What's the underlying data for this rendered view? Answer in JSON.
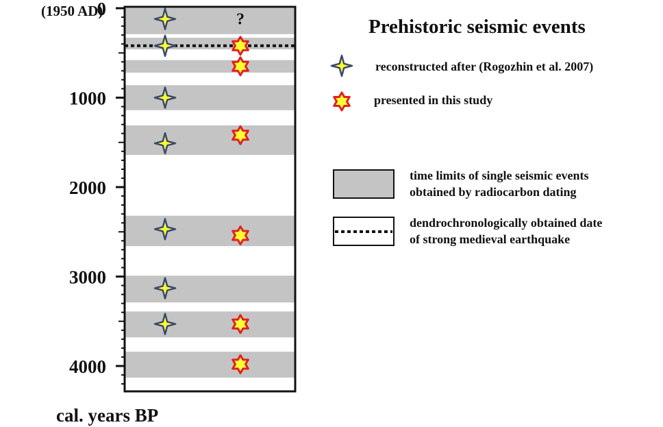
{
  "chart_data": {
    "type": "timeline",
    "title": "Prehistoric seismic events",
    "ylabel": "cal. years BP",
    "ylim": [
      0,
      4300
    ],
    "y_inverted": true,
    "origin_label": "(1950 AD)",
    "y_ticks": [
      {
        "value": 0,
        "label": "0"
      },
      {
        "value": 1000,
        "label": "1000"
      },
      {
        "value": 2000,
        "label": "2000"
      },
      {
        "value": 3000,
        "label": "3000"
      },
      {
        "value": 4000,
        "label": "4000"
      }
    ],
    "event_bands": [
      {
        "from": 0,
        "to": 290
      },
      {
        "from": 330,
        "to": 460
      },
      {
        "from": 580,
        "to": 720
      },
      {
        "from": 860,
        "to": 1140
      },
      {
        "from": 1310,
        "to": 1640
      },
      {
        "from": 2320,
        "to": 2660
      },
      {
        "from": 2990,
        "to": 3290
      },
      {
        "from": 3390,
        "to": 3680
      },
      {
        "from": 3840,
        "to": 4130
      }
    ],
    "medieval_earthquake_line": 420,
    "series": [
      {
        "name": "reconstructed after (Rogozhin et al. 2007)",
        "marker": "four-point-star",
        "values": [
          120,
          420,
          1000,
          1510,
          2470,
          3130,
          3530
        ]
      },
      {
        "name": "presented in this study",
        "marker": "six-point-star",
        "values": [
          420,
          650,
          1420,
          2540,
          3530,
          3980
        ]
      }
    ],
    "annotations": [
      {
        "text": "?",
        "series": 1,
        "value": 120
      }
    ],
    "legend": {
      "placement": "right",
      "items": [
        {
          "kind": "four-point-star",
          "label": "reconstructed after (Rogozhin et al. 2007)"
        },
        {
          "kind": "six-point-star",
          "label": "presented in this study"
        },
        {
          "kind": "gray-box",
          "label_lines": [
            "time limits of single seismic events",
            "obtained by radiocarbon dating"
          ]
        },
        {
          "kind": "dotted-box",
          "label_lines": [
            "dendrochronologically obtained date",
            "of strong medieval earthquake"
          ]
        }
      ]
    },
    "colors": {
      "band": "#c4c4c4",
      "four_star_fill": "#ffff33",
      "four_star_stroke": "#3a4a6e",
      "six_star_fill": "#ffff33",
      "six_star_stroke": "#e02020",
      "frame": "#111111"
    }
  }
}
